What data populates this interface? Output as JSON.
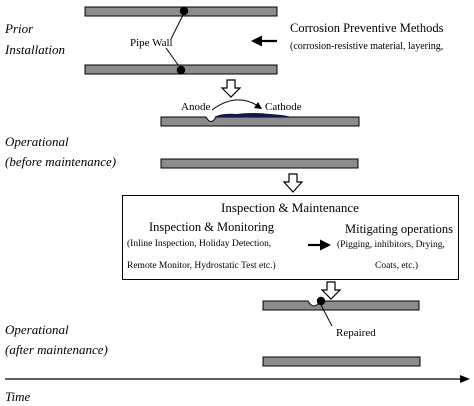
{
  "stages": {
    "prior_installation": [
      "Prior",
      "Installation"
    ],
    "operational_before": [
      "Operational",
      "(before maintenance)"
    ],
    "operational_after": [
      "Operational",
      "(after maintenance)"
    ]
  },
  "labels": {
    "pipe_wall": "Pipe Wall",
    "anode": "Anode",
    "cathode": "Cathode",
    "repaired": "Repaired",
    "time_axis": "Time"
  },
  "corrosion_methods": {
    "title": "Corrosion Preventive Methods",
    "detail": "(corrosion-resistive material, layering,"
  },
  "inspection_maintenance": {
    "title": "Inspection & Maintenance",
    "monitoring_title": "Inspection & Monitoring",
    "monitoring_lines": [
      "(Inline Inspection, Holiday Detection,",
      "Remote Monitor, Hydrostatic Test etc.)"
    ],
    "mitigating_title": "Mitigating operations",
    "mitigating_lines": [
      "(Pigging, inhibitors, Drying,",
      "Coats, etc.)"
    ]
  },
  "colors": {
    "pipe_fill": "#8c8c8c",
    "cathode_deposit": "#0d1a4a",
    "outline": "#000000"
  },
  "icons": [
    "left-arrow-icon",
    "down-arrow-icon",
    "right-arrow-icon",
    "curved-arrow-icon"
  ]
}
